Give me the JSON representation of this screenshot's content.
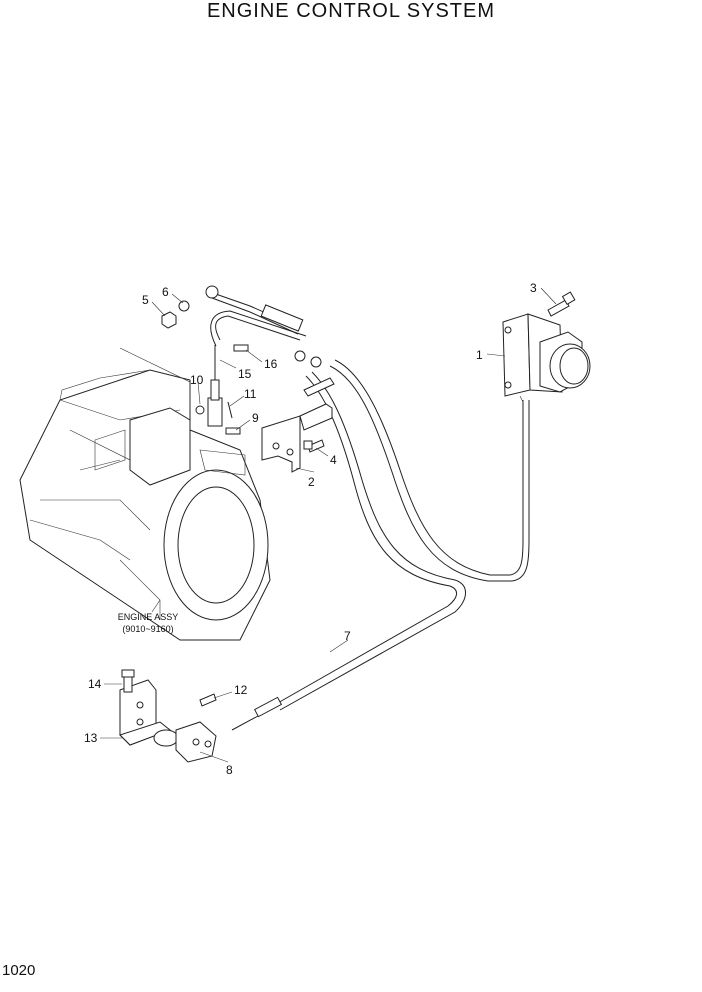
{
  "title": "ENGINE CONTROL SYSTEM",
  "page_number": "1020",
  "engine_label": "ENGINE ASSY",
  "engine_serial": "(9010~9160)",
  "callouts": {
    "c1": "1",
    "c2": "2",
    "c3": "3",
    "c4": "4",
    "c5": "5",
    "c6": "6",
    "c7": "7",
    "c8": "8",
    "c9": "9",
    "c10": "10",
    "c11": "11",
    "c12": "12",
    "c13": "13",
    "c14": "14",
    "c15": "15",
    "c16": "16"
  }
}
